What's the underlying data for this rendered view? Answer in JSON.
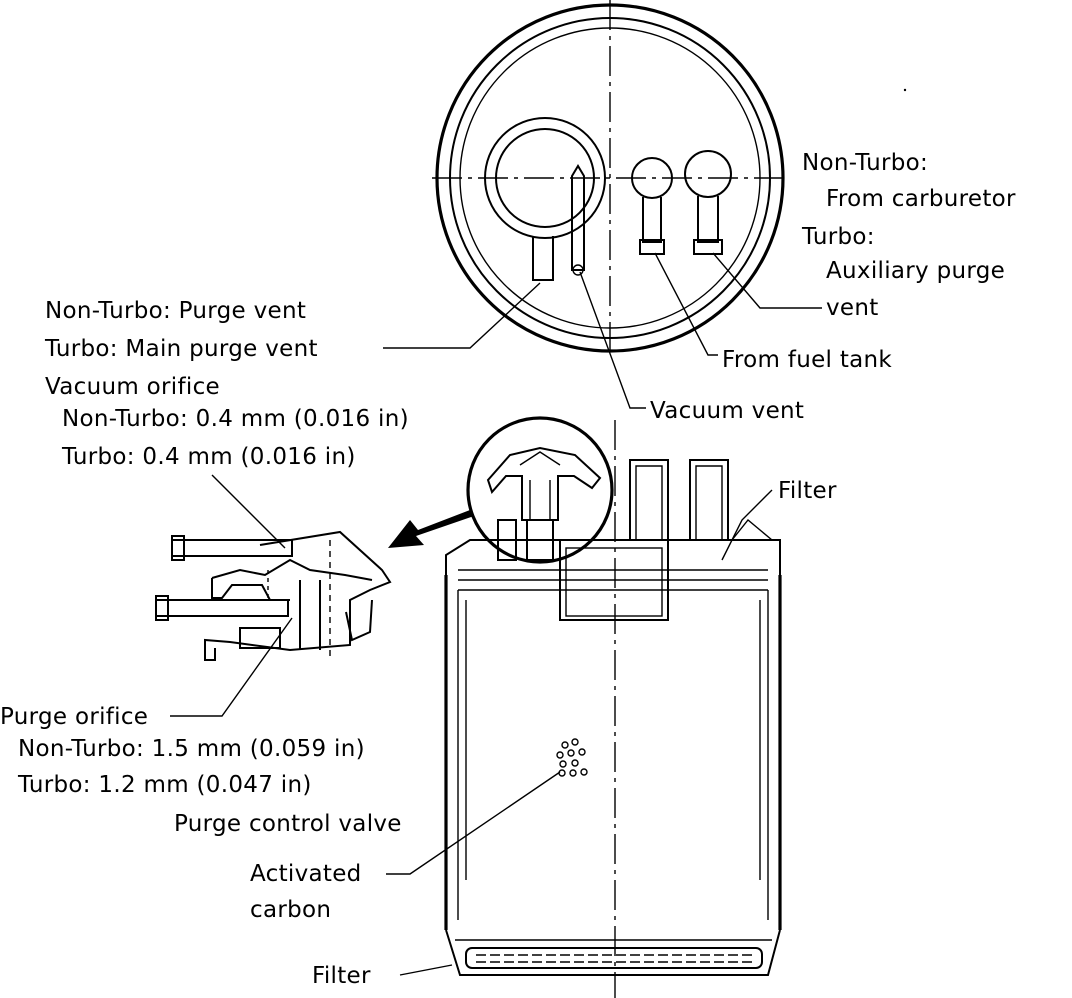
{
  "labels": {
    "non_turbo_from": "Non-Turbo:",
    "from_carburetor": "From carburetor",
    "turbo_top": "Turbo:",
    "auxiliary_purge": "Auxiliary purge",
    "vent": "vent",
    "from_fuel_tank": "From fuel tank",
    "vacuum_vent": "Vacuum vent",
    "non_turbo_purge_vent": "Non-Turbo:  Purge vent",
    "turbo_main_purge_vent": "Turbo:  Main purge vent",
    "vacuum_orifice": "Vacuum orifice",
    "vacuum_orifice_non_turbo": "Non-Turbo: 0.4 mm (0.016 in)",
    "vacuum_orifice_turbo": "Turbo: 0.4 mm (0.016 in)",
    "filter_top": "Filter",
    "purge_orifice": "Purge orifice",
    "purge_orifice_non_turbo": "Non-Turbo: 1.5 mm (0.059 in)",
    "purge_orifice_turbo": "Turbo: 1.2 mm (0.047 in)",
    "purge_control_valve": "Purge control valve",
    "activated": "Activated",
    "carbon": "carbon",
    "filter_bottom": "Filter"
  }
}
